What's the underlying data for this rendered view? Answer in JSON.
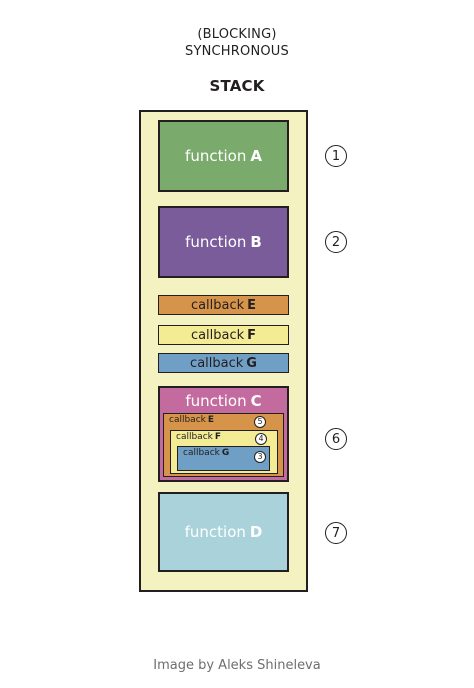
{
  "header": {
    "line1": "(BLOCKING)",
    "line2": "SYNCHRONOUS",
    "title": "STACK"
  },
  "colors": {
    "stack_bg": "#f3f2c0",
    "function_a": "#7aab6d",
    "function_b": "#7a5c9a",
    "function_c": "#c36b9e",
    "function_d": "#a9d2db",
    "callback_e": "#d6944a",
    "callback_f": "#f3ec94",
    "callback_g": "#6f9fc4"
  },
  "blocks": {
    "function_a": {
      "prefix": "function",
      "letter": "A",
      "badge": "1"
    },
    "function_b": {
      "prefix": "function",
      "letter": "B",
      "badge": "2"
    },
    "callback_e": {
      "prefix": "callback",
      "letter": "E"
    },
    "callback_f": {
      "prefix": "callback",
      "letter": "F"
    },
    "callback_g": {
      "prefix": "callback",
      "letter": "G"
    },
    "function_c": {
      "prefix": "function",
      "letter": "C",
      "badge": "6",
      "nested": {
        "e": {
          "prefix": "callback",
          "letter": "E",
          "badge": "5"
        },
        "f": {
          "prefix": "callback",
          "letter": "F",
          "badge": "4"
        },
        "g": {
          "prefix": "callback",
          "letter": "G",
          "badge": "3"
        }
      }
    },
    "function_d": {
      "prefix": "function",
      "letter": "D",
      "badge": "7"
    }
  },
  "credit": "Image by Aleks Shineleva"
}
